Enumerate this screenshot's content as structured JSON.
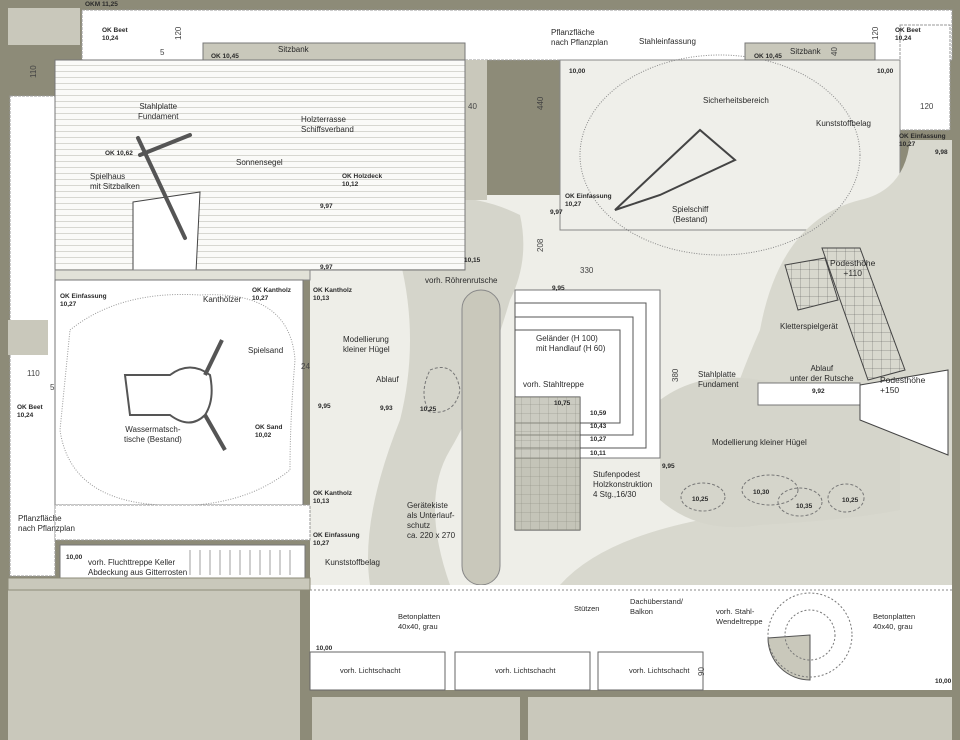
{
  "colors": {
    "wall": "#8d8b78",
    "building": "#c9c8bb",
    "surface_light": "#eeeee8",
    "hill": "#d5d5cb",
    "white": "#ffffff"
  },
  "top": {
    "okm": "OKM 11,25",
    "ok_beet_left": "OK Beet\n10,24",
    "dim_120_left": "120",
    "dim_5_left": "5",
    "sitzbank_left": "Sitzbank",
    "ok_1045_left": "OK 10,45",
    "dim_110_top": "110",
    "dim_40_left": "40",
    "pflanz_right": "Pflanzfläche\nnach Pflanzplan",
    "stahleinfassung": "Stahleinfassung",
    "ok_1045_right": "OK 10,45",
    "sitzbank_right": "Sitzbank",
    "dim_40_right": "40",
    "dim_120_right": "120",
    "ok_beet_right": "OK Beet\n10,24",
    "elev_1000_a": "10,00",
    "elev_1000_b": "10,00"
  },
  "deck": {
    "stahlplatte": "Stahlplatte\nFundament",
    "holzterrasse": "Holzterrasse\nSchiffsverband",
    "ok_1062": "OK 10,62",
    "sonnensegel": "Sonnensegel",
    "spielhaus": "Spielhaus\nmit Sitzbalken",
    "ok_holzdeck": "OK Holzdeck\n10,12"
  },
  "sand": {
    "ok_einfassung": "OK Einfassung\n10,27",
    "kanthoelzer": "Kanthölzer",
    "ok_kantholz_a": "OK Kantholz\n10,27",
    "spielsand": "Spielsand",
    "dim_24": "24",
    "dim_110": "110",
    "dim_5": "5",
    "ok_beet": "OK Beet\n10,24",
    "wassermatsch": "Wassermatsch-\ntische (Bestand)",
    "ok_sand": "OK Sand\n10,02",
    "pflanz": "Pflanzfläche\nnach Pflanzplan",
    "elev_1000": "10,00",
    "fluchttreppe": "vorh. Fluchttreppe Keller\nAbdeckung aus Gitterrosten"
  },
  "middle": {
    "e997a": "9,97",
    "e997b": "9,97",
    "e1015": "10,15",
    "roehrenrutsche": "vorh. Röhrenrutsche",
    "ok_kantholz_b": "OK Kantholz\n10,13",
    "modellierung": "Modellierung\nkleiner Hügel",
    "ablauf": "Ablauf",
    "e993": "9,93",
    "e1025": "10,25",
    "e995": "9,95",
    "ok_kantholz_c": "OK Kantholz\n10,13",
    "geraetekiste": "Gerätekiste\nals Unterlauf-\nschutz\nca. 220 x 270",
    "ok_einfassung": "OK Einfassung\n10,27",
    "kunststoff": "Kunststoffbelag"
  },
  "right": {
    "dim_440": "440",
    "sicherheit": "Sicherheitsbereich",
    "kunststoff": "Kunststoffbelag",
    "ok_einfassung_r": "OK Einfassung\n10,27",
    "e998": "9,98",
    "ok_einfassung_ship": "OK Einfassung\n10,27",
    "e997": "9,97",
    "spielschiff": "Spielschiff\n(Bestand)",
    "dim_208": "208",
    "dim_330": "330",
    "e995a": "9,95",
    "podest110": "Podesthöhe\n+110",
    "kletter": "Kletterspielgerät",
    "gelaender": "Geländer (H 100)\nmit Handlauf (H 60)",
    "dim_380": "380",
    "stahltreppe": "vorh. Stahltreppe",
    "stahlplatte": "Stahlplatte\nFundament",
    "ablauf_rutsche": "Ablauf\nunter der Rutsche",
    "e992": "9,92",
    "podest150": "Podesthöhe\n+150",
    "e1075": "10,75",
    "e1059": "10,59",
    "e1043": "10,43",
    "e1027": "10,27",
    "e1011": "10,11",
    "modellierung": "Modellierung kleiner Hügel",
    "e995b": "9,95",
    "stufenpodest": "Stufenpodest\nHolzkonstruktion\n4 Stg.,16/30",
    "h1": "10,25",
    "h2": "10,30",
    "h3": "10,35",
    "h4": "10,25"
  },
  "bottom": {
    "stuetzen": "Stützen",
    "dach": "Dachüberstand/\nBalkon",
    "wendeltreppe": "vorh. Stahl-\nWendeltreppe",
    "beton_left": "Betonplatten\n40x40, grau",
    "beton_right": "Betonplatten\n40x40, grau",
    "e1000a": "10,00",
    "licht1": "vorh. Lichtschacht",
    "licht2": "vorh. Lichtschacht",
    "licht3": "vorh. Lichtschacht",
    "dim_90": "90",
    "e1000b": "10,00"
  }
}
